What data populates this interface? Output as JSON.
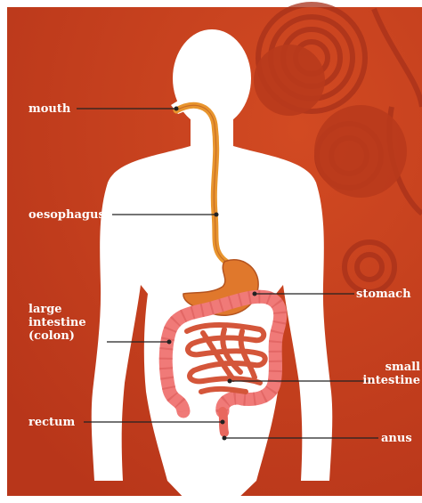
{
  "labels": {
    "mouth": "mouth",
    "oesophagus": "oesophagus",
    "stomach": "stomach",
    "large_intestine": [
      "large",
      "intestine",
      "(colon)"
    ],
    "small_intestine": [
      "small",
      "intestine"
    ],
    "rectum": "rectum",
    "anus": "anus"
  },
  "colors": {
    "background": "#c8401e",
    "background_dark": "#a8311a",
    "body_silhouette": "#ffffff",
    "oesophagus": "#e8952e",
    "stomach": "#e0782c",
    "large_intestine": "#f07a78",
    "small_intestine": "#d4563a",
    "leader_line": "#222222",
    "label_text": "#ffffff"
  }
}
